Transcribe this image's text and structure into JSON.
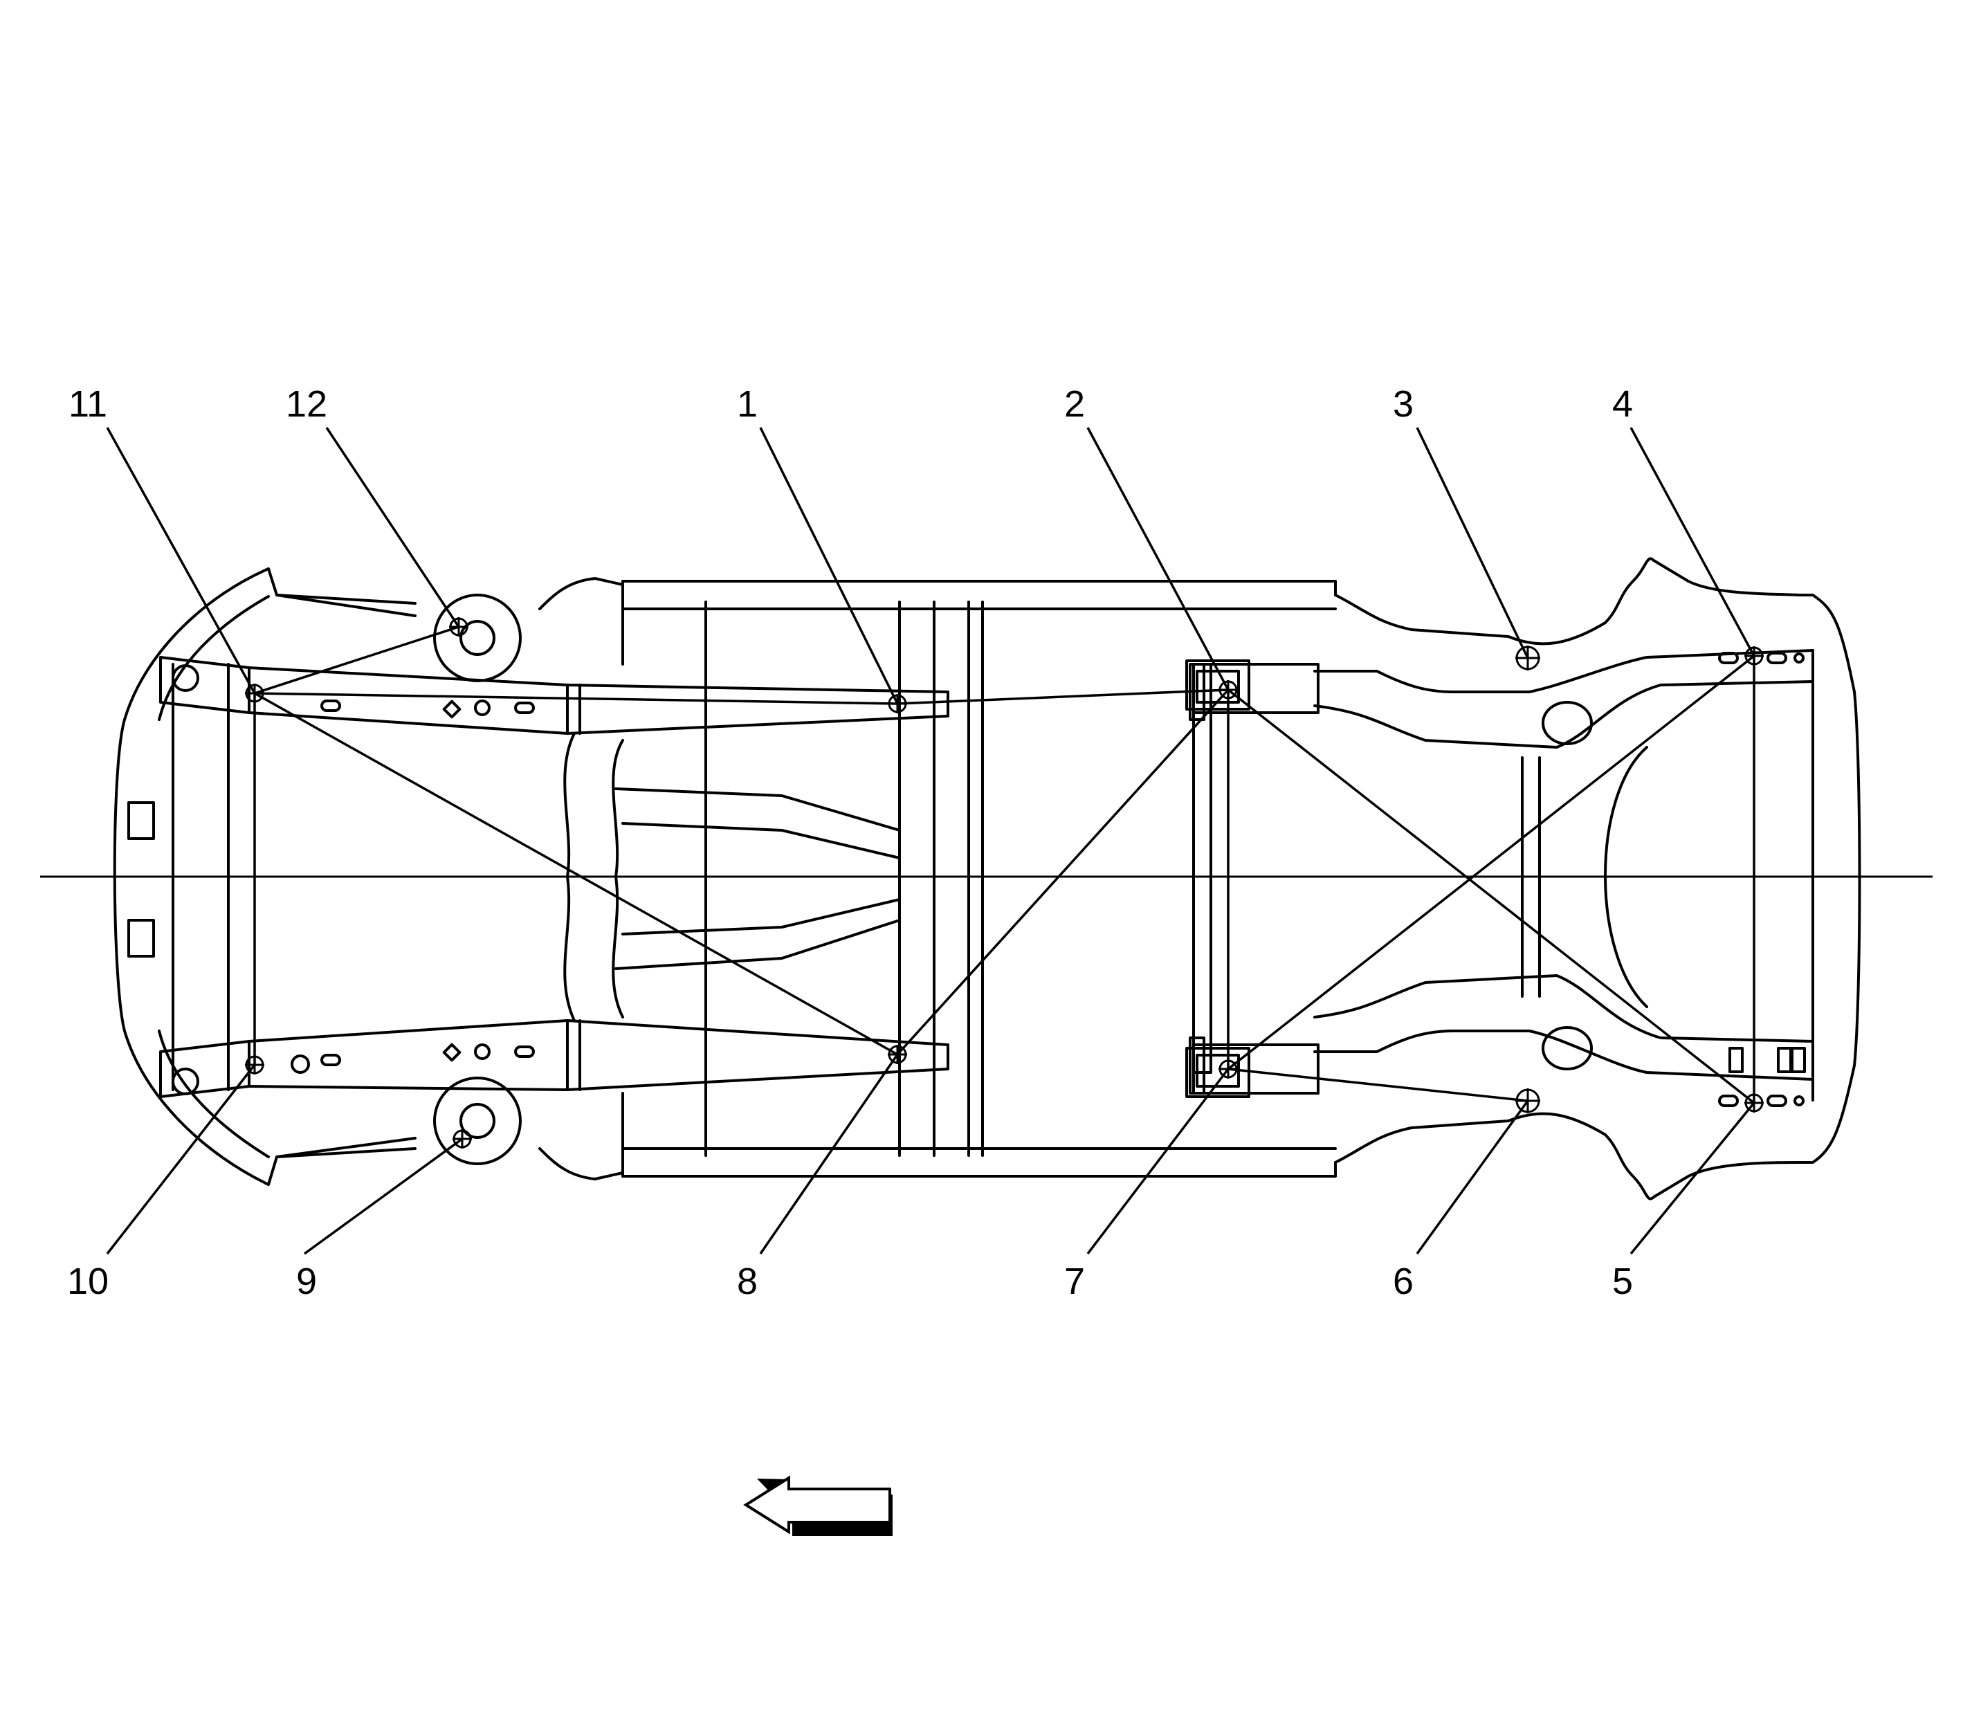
{
  "callouts": [
    {
      "id": 1,
      "label": "1"
    },
    {
      "id": 2,
      "label": "2"
    },
    {
      "id": 3,
      "label": "3"
    },
    {
      "id": 4,
      "label": "4"
    },
    {
      "id": 5,
      "label": "5"
    },
    {
      "id": 6,
      "label": "6"
    },
    {
      "id": 7,
      "label": "7"
    },
    {
      "id": 8,
      "label": "8"
    },
    {
      "id": 9,
      "label": "9"
    },
    {
      "id": 10,
      "label": "10"
    },
    {
      "id": 11,
      "label": "11"
    },
    {
      "id": 12,
      "label": "12"
    }
  ],
  "icons": {
    "reference_point": "crosshair-circle-icon",
    "direction": "arrow-left-icon"
  },
  "colors": {
    "line": "#000000",
    "background": "#ffffff"
  }
}
